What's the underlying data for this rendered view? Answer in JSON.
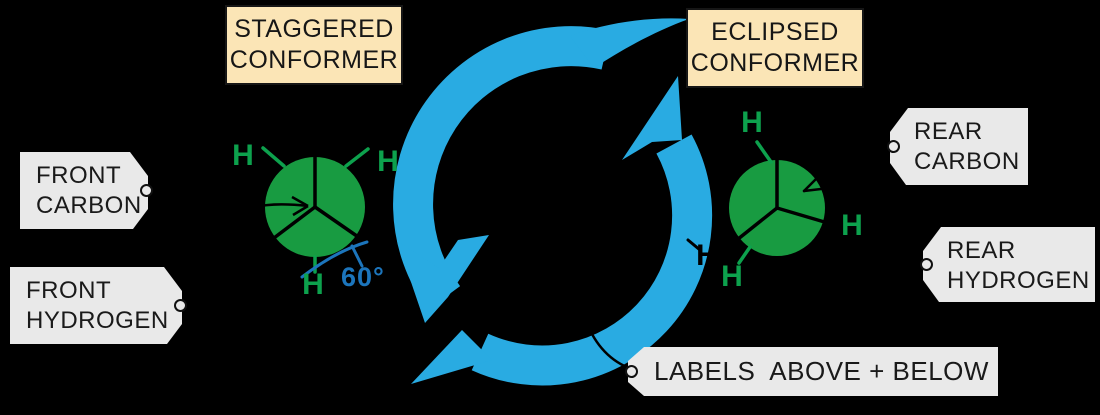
{
  "staggered_box": {
    "line1": "STAGGERED",
    "line2": "CONFORMER"
  },
  "eclipsed_box": {
    "line1": "ECLIPSED",
    "line2": "CONFORMER"
  },
  "front_carbon_tag": {
    "line1": "FRONT",
    "line2": "CARBON"
  },
  "front_hydrogen_tag": {
    "line1": "FRONT",
    "line2": "HYDROGEN"
  },
  "rear_carbon_tag": {
    "line1": "REAR",
    "line2": "CARBON"
  },
  "rear_hydrogen_tag": {
    "line1": "REAR",
    "line2": "HYDROGEN"
  },
  "labels_tag": {
    "text": "LABELS  ABOVE + BELOW"
  },
  "angle": {
    "label": "60°"
  },
  "atoms": {
    "hydrogen": "H"
  },
  "colors": {
    "background": "#000000",
    "cycle_arrow_blue": "#29ABE2",
    "angle_blue": "#1C75BC",
    "carbon_circle_green": "#189B41",
    "hydrogen_green": "#0DA14D",
    "conformer_box_fill": "#FBE5B6",
    "tag_fill": "#E9E9E9"
  }
}
